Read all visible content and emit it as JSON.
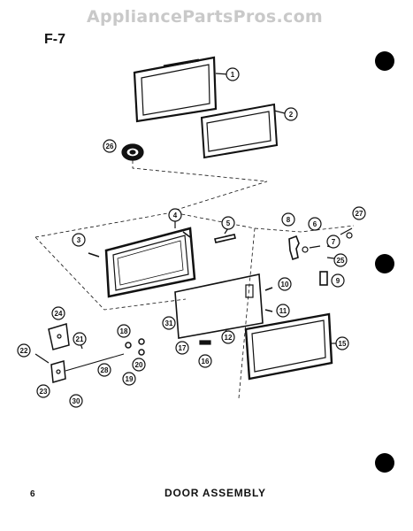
{
  "watermark": "AppliancePartsPros.com",
  "figure_label": "F-7",
  "page_number": "6",
  "title": "DOOR ASSEMBLY",
  "callouts": [
    "1",
    "2",
    "3",
    "4",
    "5",
    "6",
    "7",
    "8",
    "9",
    "10",
    "11",
    "12",
    "15",
    "16",
    "17",
    "18",
    "19",
    "20",
    "21",
    "22",
    "23",
    "24",
    "25",
    "26",
    "27",
    "28",
    "30",
    "31"
  ]
}
